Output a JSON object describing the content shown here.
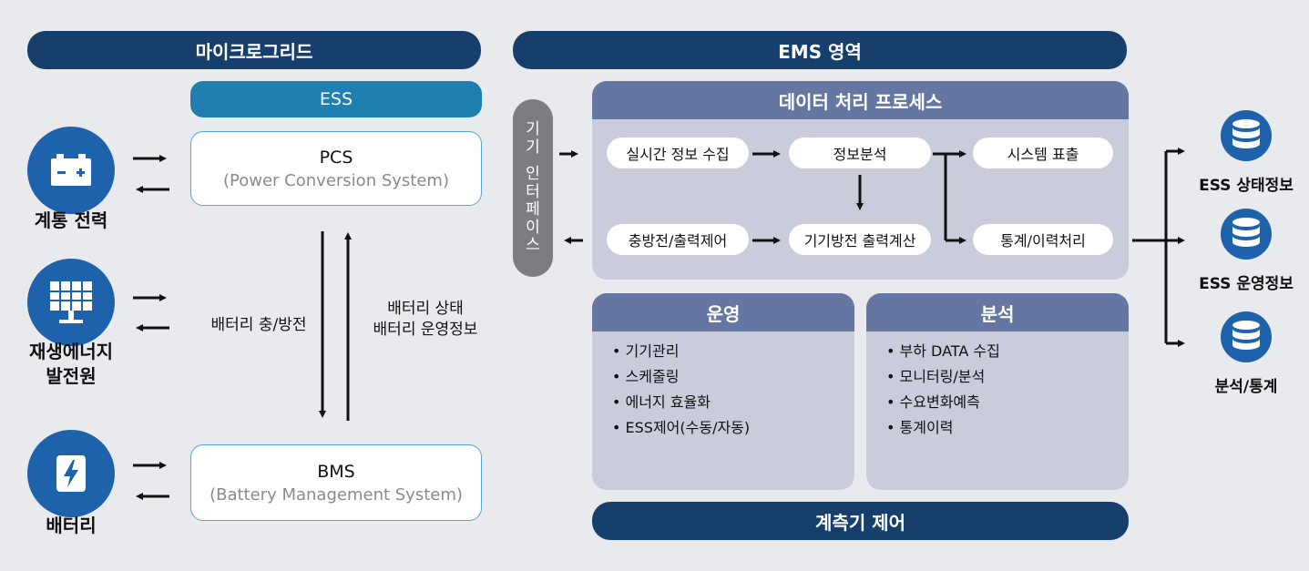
{
  "headers": {
    "microgrid": "마이크로그리드",
    "ems": "EMS 영역",
    "ess": "ESS"
  },
  "sources": [
    {
      "label": "계통 전력",
      "icon": "battery-icon"
    },
    {
      "label": "재생에너지\n발전원",
      "icon": "solar-panel-icon"
    },
    {
      "label": "배터리",
      "icon": "lightning-icon"
    }
  ],
  "pcs": {
    "title": "PCS",
    "subtitle": "(Power Conversion System)"
  },
  "bms": {
    "title": "BMS",
    "subtitle": "(Battery Management System)"
  },
  "vertical_labels": {
    "down": "배터리 충/방전",
    "up": "배터리 상태\n배터리 운영정보"
  },
  "device_interface": {
    "chars_top": [
      "기",
      "기"
    ],
    "chars_bottom": [
      "인",
      "터",
      "페",
      "이",
      "스"
    ]
  },
  "data_processing": {
    "title": "데이터 처리 프로세스",
    "steps": {
      "realtime": "실시간 정보 수집",
      "analysis": "정보분석",
      "display": "시스템 표출",
      "charge_control": "충방전/출력제어",
      "calc": "기기방전 출력계산",
      "stats": "통계/이력처리"
    }
  },
  "operation": {
    "title": "운영",
    "items": [
      "기기관리",
      "스케줄링",
      "에너지 효율화",
      "ESS제어(수동/자동)"
    ]
  },
  "analysis_panel": {
    "title": "분석",
    "items": [
      "부하 DATA 수집",
      "모니터링/분석",
      "수요변화예측",
      "통계이력"
    ]
  },
  "meter_control": "계측기 제어",
  "outputs": [
    {
      "label": "ESS 상태정보",
      "icon": "database-icon"
    },
    {
      "label": "ESS 운영정보",
      "icon": "database-icon"
    },
    {
      "label": "분석/통계",
      "icon": "database-icon"
    }
  ],
  "colors": {
    "navy": "#163f6b",
    "ess_blue": "#1e7fb0",
    "icon_blue": "#1d62ab",
    "panel_bg": "#c8ccdb",
    "panel_head": "#6477a2",
    "interface_gray": "#7b7d82",
    "page_bg": "#e9eaee"
  }
}
